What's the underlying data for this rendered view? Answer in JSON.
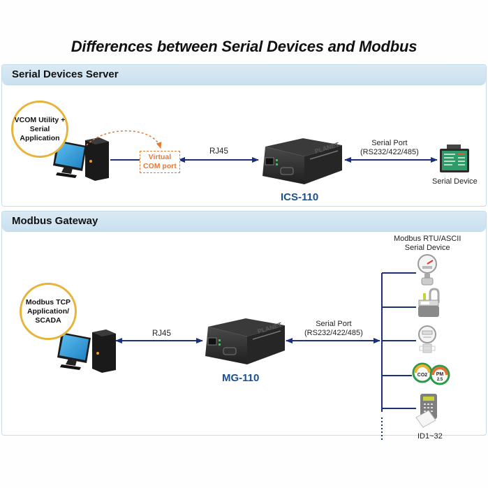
{
  "title": "Differences between Serial Devices and Modbus",
  "colors": {
    "link_line": "#1c2f7a",
    "model_label": "#1a4f93",
    "virtual_com": "#e07a3b",
    "bubble_border": "#e7b43a",
    "panel_header": "#cfe3f0"
  },
  "serial_server": {
    "header": "Serial Devices Server",
    "host_bubble": [
      "VCOM Utility +",
      "Serial",
      "Application"
    ],
    "virtual_com": [
      "Virtual",
      "COM port"
    ],
    "link_host": "RJ45",
    "device_model": "ICS-110",
    "link_serial": [
      "Serial Port",
      "(RS232/422/485)"
    ],
    "end_device": "Serial Device"
  },
  "modbus_gateway": {
    "header": "Modbus Gateway",
    "host_bubble": [
      "Modbus TCP",
      "Application/",
      "SCADA"
    ],
    "link_host": "RJ45",
    "device_model": "MG-110",
    "link_serial": [
      "Serial Port",
      "(RS232/422/485)"
    ],
    "bus_title": [
      "Modbus RTU/ASCII",
      "Serial Device"
    ],
    "bus_devices": [
      {
        "name": "pressure-gauge-icon"
      },
      {
        "name": "gas-meter-icon"
      },
      {
        "name": "flow-meter-icon"
      },
      {
        "name": "air-quality-sensor-icon",
        "labels": [
          "CO2",
          "PM",
          "2.5"
        ]
      },
      {
        "name": "access-control-keypad-icon"
      }
    ],
    "bus_range": "ID1~32"
  }
}
